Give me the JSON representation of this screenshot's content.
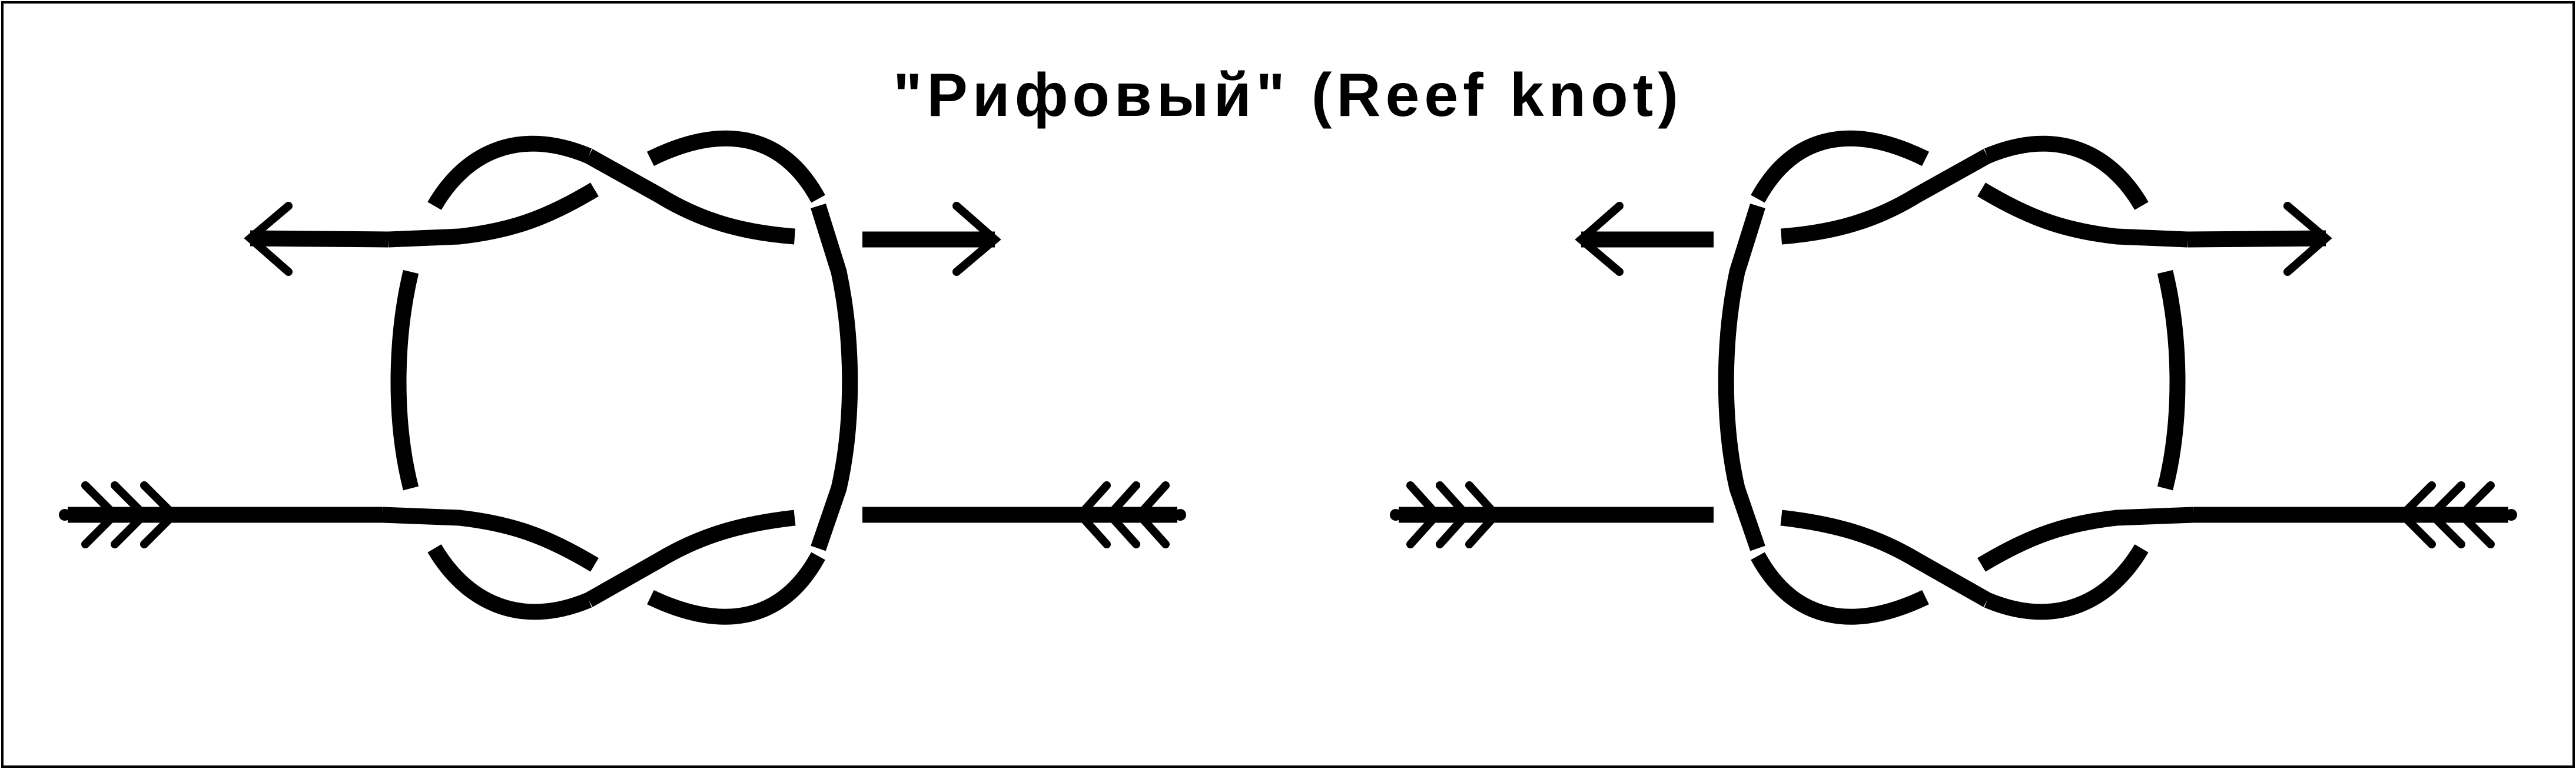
{
  "diagram": {
    "title": "\"Рифовый\" (Reef knot)",
    "colors": {
      "line": "#000000",
      "background": "#ffffff"
    },
    "knots": [
      {
        "name": "reef-knot-left"
      },
      {
        "name": "reef-knot-right"
      }
    ]
  }
}
